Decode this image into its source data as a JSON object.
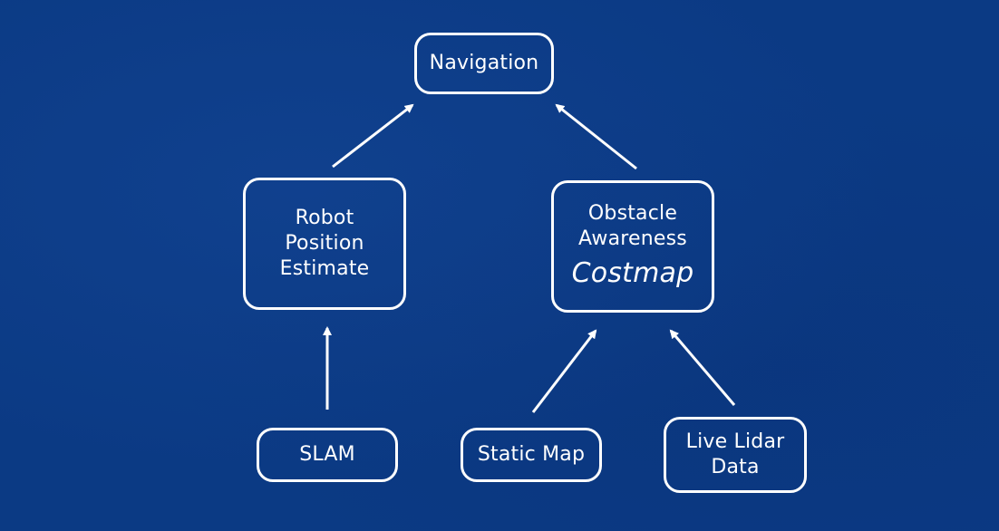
{
  "nodes": {
    "navigation": {
      "label": "Navigation"
    },
    "robot_position": {
      "lines": [
        "Robot",
        "Position",
        "Estimate"
      ]
    },
    "obstacle": {
      "lines": [
        "Obstacle",
        "Awareness"
      ],
      "emphasis": "Costmap"
    },
    "slam": {
      "label": "SLAM"
    },
    "static_map": {
      "label": "Static Map"
    },
    "live_lidar": {
      "lines": [
        "Live Lidar",
        "Data"
      ]
    }
  },
  "edges": [
    {
      "from": "robot_position",
      "to": "navigation"
    },
    {
      "from": "obstacle",
      "to": "navigation"
    },
    {
      "from": "slam",
      "to": "robot_position"
    },
    {
      "from": "static_map",
      "to": "obstacle"
    },
    {
      "from": "live_lidar",
      "to": "obstacle"
    }
  ],
  "colors": {
    "background": "#0b3a84",
    "stroke": "#ffffff"
  }
}
